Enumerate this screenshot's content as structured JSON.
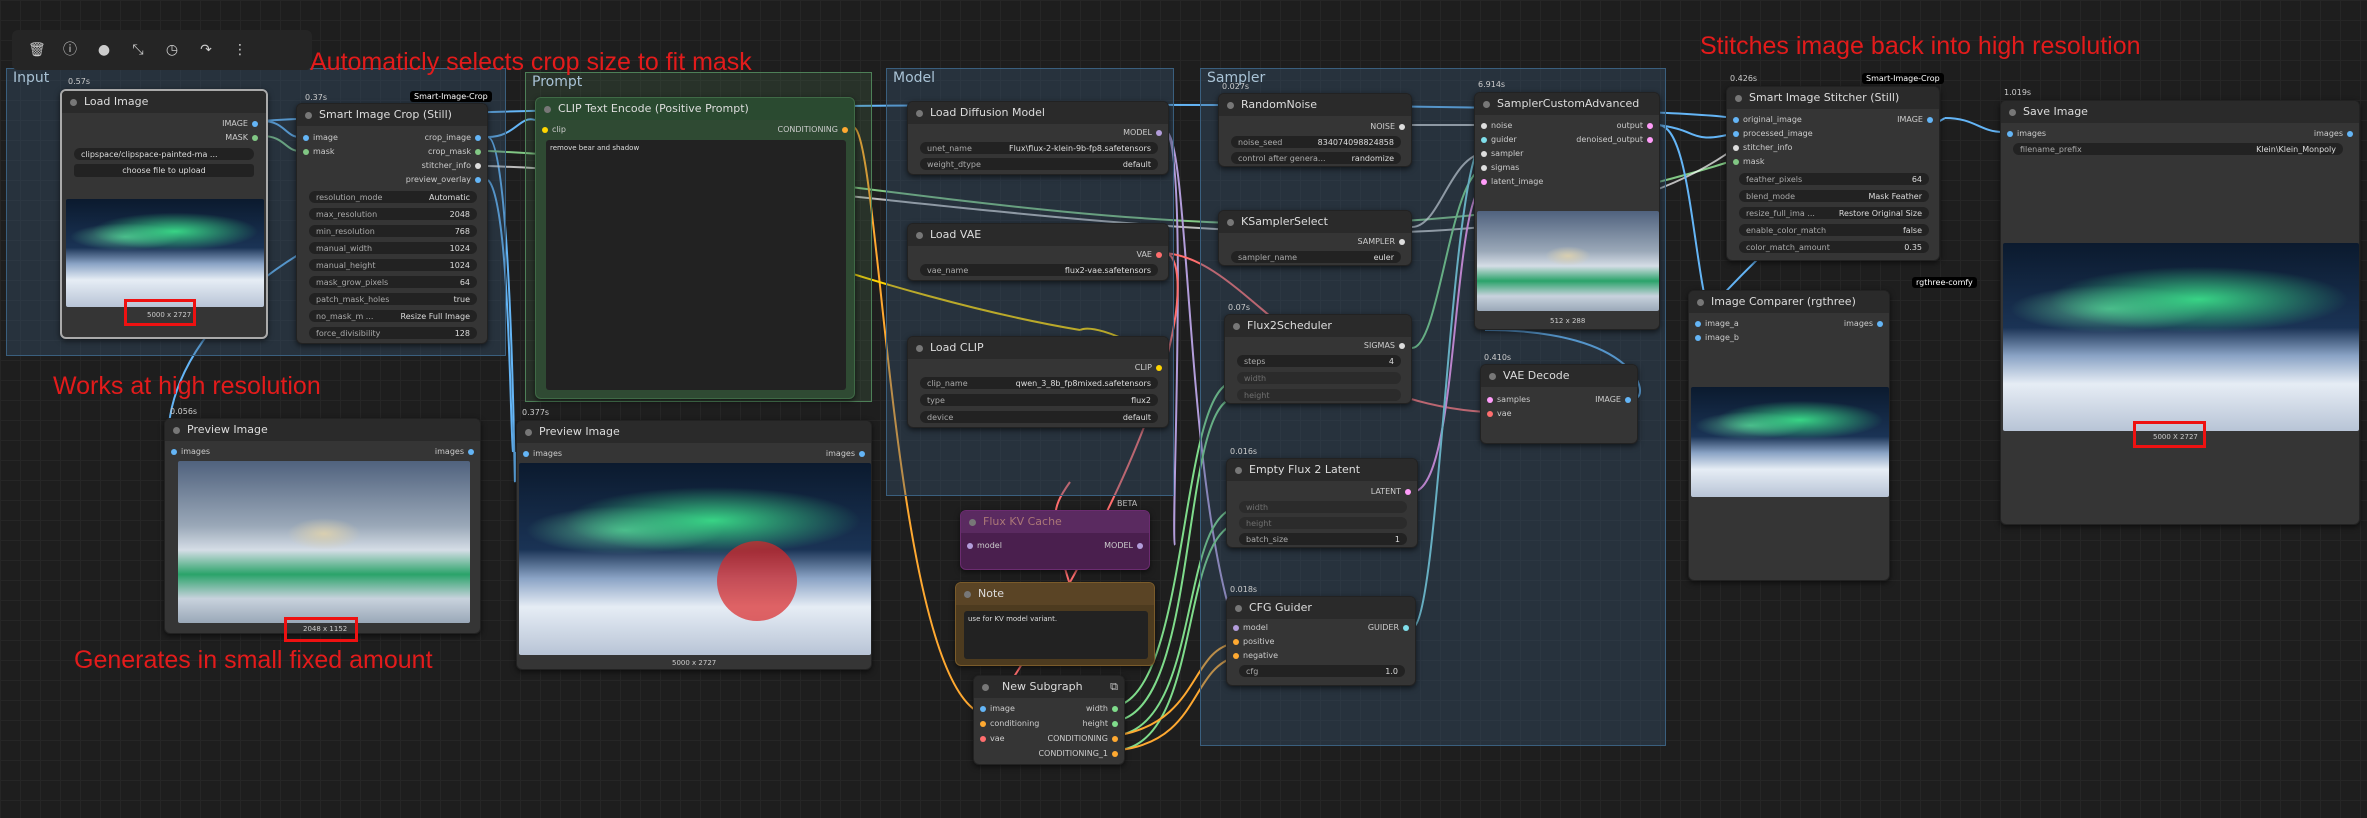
{
  "groups": {
    "input": "Input",
    "prompt": "Prompt",
    "model": "Model",
    "sampler": "Sampler"
  },
  "annotations": {
    "crop": "Automaticly selects crop size to fit mask",
    "stitch": "Stitches image back into high resolution",
    "highres": "Works at high resolution",
    "small": "Generates in small fixed amount"
  },
  "toolbar": {
    "icons": [
      "trash-icon",
      "info-icon",
      "color-icon",
      "fit-icon",
      "history-icon",
      "redo-icon",
      "more-icon"
    ],
    "glyphs": [
      "🗑",
      "ⓘ",
      "●",
      "⤡",
      "◷",
      "↷",
      "⋮"
    ]
  },
  "nodes": {
    "load_image": {
      "time": "0.57s",
      "title": "Load Image",
      "out_image": "IMAGE",
      "out_mask": "MASK",
      "file": "clipspace/clipspace-painted-ma ...",
      "upload": "choose file to upload",
      "size": "5000 x 2727"
    },
    "crop": {
      "time": "0.37s",
      "badge": "Smart-Image-Crop",
      "title": "Smart Image Crop (Still)",
      "in_image": "image",
      "in_mask": "mask",
      "out_crop_image": "crop_image",
      "out_crop_mask": "crop_mask",
      "out_stitcher": "stitcher_info",
      "out_overlay": "preview_overlay",
      "widgets": [
        {
          "k": "resolution_mode",
          "v": "Automatic"
        },
        {
          "k": "max_resolution",
          "v": "2048"
        },
        {
          "k": "min_resolution",
          "v": "768"
        },
        {
          "k": "manual_width",
          "v": "1024"
        },
        {
          "k": "manual_height",
          "v": "1024"
        },
        {
          "k": "mask_grow_pixels",
          "v": "64"
        },
        {
          "k": "patch_mask_holes",
          "v": "true"
        },
        {
          "k": "no_mask_m ...",
          "v": "Resize Full Image"
        },
        {
          "k": "force_divisibility",
          "v": "128"
        }
      ]
    },
    "clip_text": {
      "title": "CLIP Text Encode (Positive Prompt)",
      "in_clip": "clip",
      "out": "CONDITIONING",
      "text": "remove bear and shadow"
    },
    "preview1": {
      "time": "0.056s",
      "title": "Preview Image",
      "in": "images",
      "out": "images",
      "size": "2048 x 1152"
    },
    "preview2": {
      "time": "0.377s",
      "title": "Preview Image",
      "in": "images",
      "out": "images",
      "size": "5000 x 2727"
    },
    "load_diffusion": {
      "title": "Load Diffusion Model",
      "out": "MODEL",
      "widgets": [
        {
          "k": "unet_name",
          "v": "Flux\\flux-2-klein-9b-fp8.safetensors"
        },
        {
          "k": "weight_dtype",
          "v": "default"
        }
      ]
    },
    "load_vae": {
      "title": "Load VAE",
      "out": "VAE",
      "widgets": [
        {
          "k": "vae_name",
          "v": "flux2-vae.safetensors"
        }
      ]
    },
    "load_clip": {
      "title": "Load CLIP",
      "out": "CLIP",
      "widgets": [
        {
          "k": "clip_name",
          "v": "qwen_3_8b_fp8mixed.safetensors"
        },
        {
          "k": "type",
          "v": "flux2"
        },
        {
          "k": "device",
          "v": "default"
        }
      ]
    },
    "kv_cache": {
      "title": "Flux KV Cache",
      "beta": "BETA",
      "in": "model",
      "out": "MODEL"
    },
    "note": {
      "title": "Note",
      "text": "use for KV model variant."
    },
    "subgraph": {
      "title": "New Subgraph",
      "in_image": "image",
      "in_cond": "conditioning",
      "in_vae": "vae",
      "out_width": "width",
      "out_height": "height",
      "out_cond": "CONDITIONING",
      "out_cond1": "CONDITIONING_1"
    },
    "random_noise": {
      "time": "0.027s",
      "title": "RandomNoise",
      "out": "NOISE",
      "widgets": [
        {
          "k": "noise_seed",
          "v": "834074098824858"
        },
        {
          "k": "control after genera...",
          "v": "randomize"
        }
      ]
    },
    "ksampler_select": {
      "title": "KSamplerSelect",
      "out": "SAMPLER",
      "widgets": [
        {
          "k": "sampler_name",
          "v": "euler"
        }
      ]
    },
    "flux2_scheduler": {
      "time": "0.07s",
      "title": "Flux2Scheduler",
      "out": "SIGMAS",
      "widgets": [
        {
          "k": "steps",
          "v": "4"
        },
        {
          "k": "width",
          "v": ""
        },
        {
          "k": "height",
          "v": ""
        }
      ]
    },
    "empty_latent": {
      "time": "0.016s",
      "title": "Empty Flux 2 Latent",
      "out": "LATENT",
      "widgets": [
        {
          "k": "width",
          "v": ""
        },
        {
          "k": "height",
          "v": ""
        },
        {
          "k": "batch_size",
          "v": "1"
        }
      ]
    },
    "cfg_guider": {
      "time": "0.018s",
      "title": "CFG Guider",
      "out": "GUIDER",
      "in_model": "model",
      "in_pos": "positive",
      "in_neg": "negative",
      "widgets": [
        {
          "k": "cfg",
          "v": "1.0"
        }
      ]
    },
    "sampler_adv": {
      "time": "6.914s",
      "title": "SamplerCustomAdvanced",
      "inputs": [
        "noise",
        "guider",
        "sampler",
        "sigmas",
        "latent_image"
      ],
      "out_output": "output",
      "out_denoised": "denoised_output",
      "size": "512 x 288"
    },
    "vae_decode": {
      "time": "0.410s",
      "title": "VAE Decode",
      "in_samples": "samples",
      "in_vae": "vae",
      "out": "IMAGE"
    },
    "stitcher": {
      "time": "0.426s",
      "badge": "Smart-Image-Crop",
      "title": "Smart Image Stitcher (Still)",
      "inputs": [
        "original_image",
        "processed_image",
        "stitcher_info",
        "mask"
      ],
      "out": "IMAGE",
      "widgets": [
        {
          "k": "feather_pixels",
          "v": "64"
        },
        {
          "k": "blend_mode",
          "v": "Mask Feather"
        },
        {
          "k": "resize_full_ima ...",
          "v": "Restore Original Size"
        },
        {
          "k": "enable_color_match",
          "v": "false"
        },
        {
          "k": "color_match_amount",
          "v": "0.35"
        }
      ]
    },
    "comparer": {
      "badge": "rgthree-comfy",
      "title": "Image Comparer (rgthree)",
      "in_a": "image_a",
      "in_b": "image_b",
      "out": "images"
    },
    "save": {
      "time": "1.019s",
      "title": "Save Image",
      "in": "images",
      "out": "images",
      "widgets": [
        {
          "k": "filename_prefix",
          "v": "Klein\\Klein_Monpoly"
        }
      ],
      "size": "5000 X 2727"
    }
  },
  "colors": {
    "image": "#64b5f6",
    "mask": "#81c784",
    "clip": "#ffd500",
    "conditioning": "#ffa931",
    "model": "#b39ddb",
    "vae": "#ff6e6e",
    "latent": "#ff9cf9",
    "int": "#7fdc8b",
    "annotation": "#e31b1b"
  }
}
